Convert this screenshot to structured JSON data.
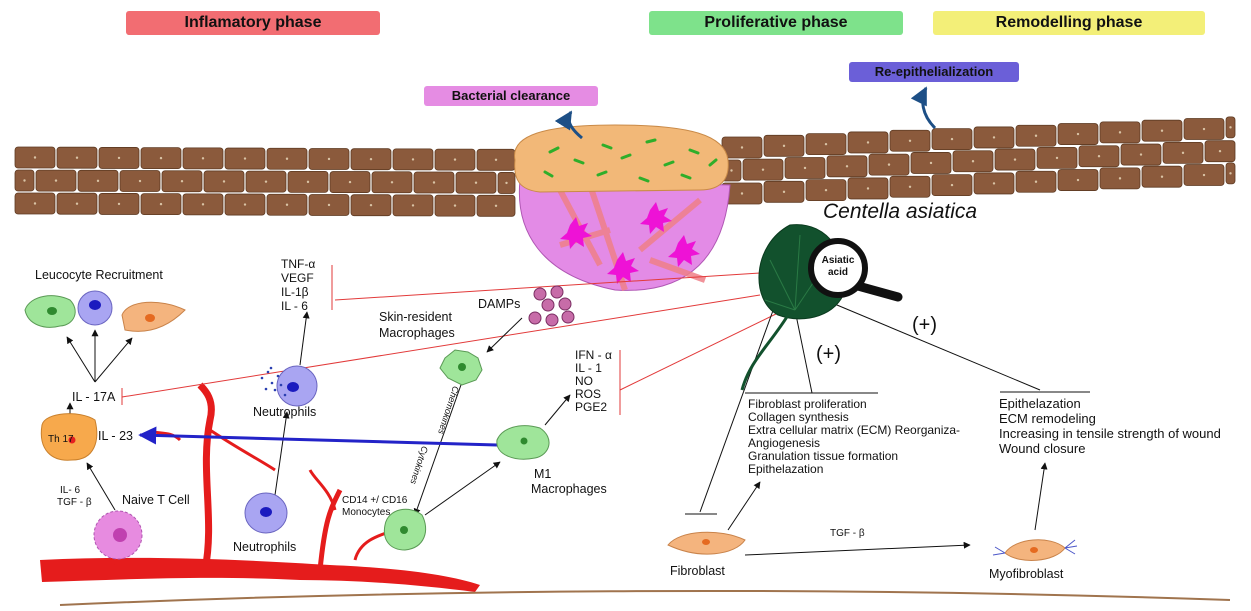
{
  "phases": {
    "inflammatory": "Inflamatory phase",
    "proliferative": "Proliferative phase",
    "remodelling": "Remodelling phase"
  },
  "processes": {
    "bacterial_clearance": "Bacterial clearance",
    "re_epithelialization": "Re-epithelialization"
  },
  "plant": {
    "name": "Centella asiatica",
    "compound_line1": "Asiatic",
    "compound_line2": "acid"
  },
  "inflammation": {
    "leucocyte_recruitment": "Leucocyte Recruitment",
    "il17a": "IL - 17A",
    "th17": "Th 17",
    "il23": "IL - 23",
    "naive_t_cell": "Naive T Cell",
    "il6": "IL- 6",
    "tgf_beta": "TGF - β",
    "cytokines_top": [
      "TNF-α",
      "VEGF",
      "IL-1β",
      "IL - 6"
    ],
    "neutrophils_upper": "Neutrophils",
    "neutrophils_lower": "Neutrophils",
    "damps": "DAMPs",
    "skin_resident_line1": "Skin-resident",
    "skin_resident_line2": "Macrophages",
    "chemokines": "Chemokines",
    "cytokines": "Cytokines",
    "monocytes_line1": "CD14 +/ CD16",
    "monocytes_line2": "Monocytes",
    "m1_line1": "M1",
    "m1_line2": "Macrophages",
    "m1_mediators": [
      "IFN - α",
      "IL - 1",
      "NO",
      "ROS",
      "PGE2"
    ]
  },
  "proliferation": {
    "plus_1": "(+)",
    "plus_2": "(+)",
    "effects": [
      "Fibroblast proliferation",
      "Collagen synthesis",
      "Extra cellular matrix (ECM) Reorganiza-",
      "Angiogenesis",
      "Granulation tissue formation",
      "Epithelazation"
    ],
    "fibroblast": "Fibroblast",
    "tgf_beta": "TGF - β",
    "myofibroblast": "Myofibroblast"
  },
  "remodelling": {
    "effects": [
      "Epithelazation",
      "ECM remodeling",
      "Increasing in tensile strength of wound",
      "Wound closure"
    ]
  },
  "colors": {
    "inflammatory": "#f26d72",
    "proliferative": "#7ee28b",
    "remodelling": "#f3ef78",
    "bacterial_clearance": "#e58ce3",
    "re_epithelialization": "#6b5fd8",
    "skin": "#8b5a3c",
    "scab": "#f2b878",
    "wound": "#e38be6",
    "leaf": "#12512d",
    "vessel": "#e51c1c"
  }
}
